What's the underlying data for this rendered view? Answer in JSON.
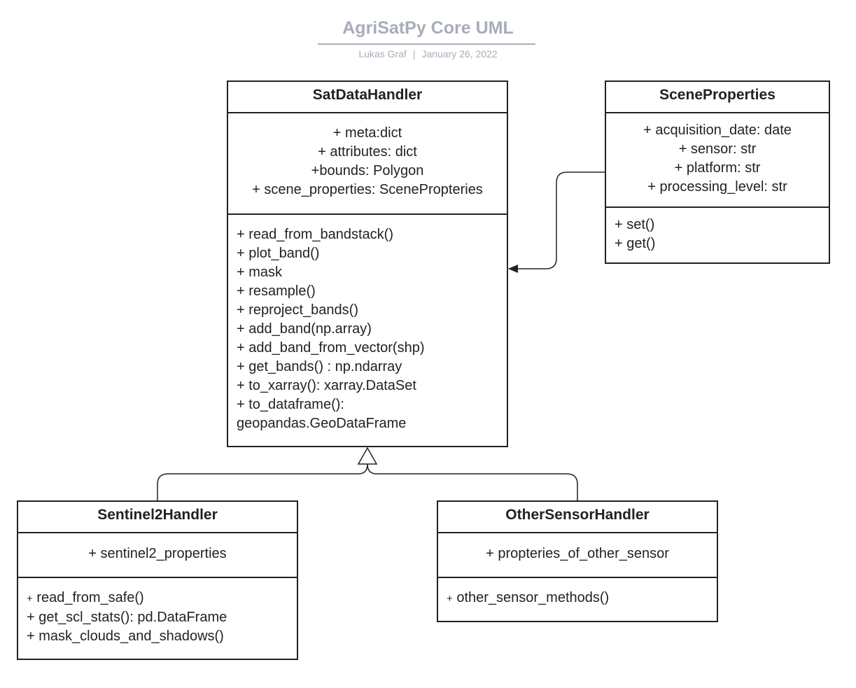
{
  "header": {
    "title": "AgriSatPy Core UML",
    "author": "Lukas Graf",
    "separator": "|",
    "date": "January 26, 2022"
  },
  "classes": {
    "sat_data_handler": {
      "name": "SatDataHandler",
      "attributes": [
        "+ meta:dict",
        "+ attributes: dict",
        "+bounds: Polygon",
        "+ scene_properties: ScenePropteries"
      ],
      "methods": [
        "+ read_from_bandstack()",
        "+ plot_band()",
        "+ mask",
        "+ resample()",
        "+ reproject_bands()",
        "+ add_band(np.array)",
        "+ add_band_from_vector(shp)",
        "+ get_bands() : np.ndarray",
        "+ to_xarray(): xarray.DataSet",
        "+ to_dataframe(): geopandas.GeoDataFrame"
      ]
    },
    "scene_properties": {
      "name": "SceneProperties",
      "attributes": [
        "+ acquisition_date: date",
        "+ sensor: str",
        "+ platform: str",
        "+ processing_level: str"
      ],
      "methods": [
        "+ set()",
        "+ get()"
      ]
    },
    "sentinel2_handler": {
      "name": "Sentinel2Handler",
      "attributes": [
        "+ sentinel2_properties"
      ],
      "methods": [
        {
          "plus": "+",
          "text": " read_from_safe()"
        },
        "+ get_scl_stats(): pd.DataFrame",
        "+ mask_clouds_and_shadows()"
      ]
    },
    "other_sensor_handler": {
      "name": "OtherSensorHandler",
      "attributes": [
        "+ propteries_of_other_sensor"
      ],
      "methods": [
        {
          "plus": "+",
          "text": " other_sensor_methods()"
        }
      ]
    }
  }
}
